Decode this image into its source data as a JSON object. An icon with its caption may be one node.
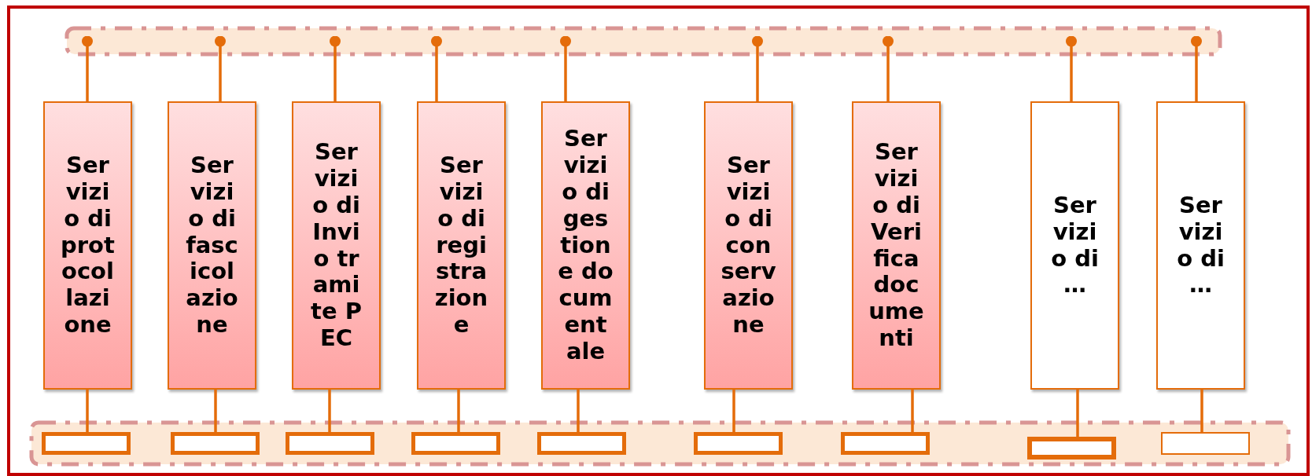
{
  "diagram": {
    "nodes": [
      {
        "text": [],
        "shape": "bar"
      },
      {
        "text": [
          "Servizio di protocollazione"
        ]
      },
      {
        "text": [
          "Servizio di fascicolazione"
        ]
      },
      {
        "text": [
          "Servizio di Invio tramite PEC"
        ]
      },
      {
        "text": [
          "Servizio di registrazione"
        ]
      },
      {
        "text": [
          "Servizio di gestione documentale"
        ]
      },
      {
        "text": [
          "Servizio di conservazione"
        ]
      },
      {
        "text": [
          "Servizio di Verifica documenti"
        ]
      },
      {
        "text": [
          "Servizio di …"
        ]
      },
      {
        "text": [
          "Servizio di …"
        ]
      },
      {
        "text": [],
        "shape": "bar"
      },
      {
        "text": [],
        "shape": "box",
        "in": 10
      },
      {
        "text": [],
        "shape": "box",
        "in": 10
      },
      {
        "text": [],
        "shape": "box",
        "in": 10
      },
      {
        "text": [],
        "shape": "box",
        "in": 10
      },
      {
        "text": [],
        "shape": "box",
        "in": 10
      },
      {
        "text": [],
        "shape": "box",
        "in": 10
      },
      {
        "text": [],
        "shape": "box",
        "in": 10
      },
      {
        "text": [],
        "shape": "box",
        "in": 10
      },
      {
        "text": [],
        "shape": "box",
        "in": 10
      }
    ],
    "edges": [
      {
        "from": 0,
        "to": 1,
        "arrow": "other"
      },
      {
        "from": 0,
        "to": 2,
        "arrow": "other"
      },
      {
        "from": 0,
        "to": 3,
        "arrow": "other"
      },
      {
        "from": 0,
        "to": 4,
        "arrow": "other"
      },
      {
        "from": 0,
        "to": 5,
        "arrow": "other"
      },
      {
        "from": 0,
        "to": 6,
        "arrow": "other"
      },
      {
        "from": 0,
        "to": 7,
        "arrow": "other"
      },
      {
        "from": 0,
        "to": 8,
        "arrow": "other"
      },
      {
        "from": 0,
        "to": 9,
        "arrow": "other"
      },
      {
        "from": 1,
        "to": 11,
        "arrow": "none"
      },
      {
        "from": 2,
        "to": 12,
        "arrow": "none"
      },
      {
        "from": 3,
        "to": 13,
        "arrow": "none"
      },
      {
        "from": 4,
        "to": 14,
        "arrow": "none"
      },
      {
        "from": 5,
        "to": 15,
        "arrow": "none"
      },
      {
        "from": 6,
        "to": 16,
        "arrow": "none"
      },
      {
        "from": 7,
        "to": 17,
        "arrow": "none"
      },
      {
        "from": 8,
        "to": 18,
        "arrow": "none"
      },
      {
        "from": 9,
        "to": 19,
        "arrow": "none"
      }
    ]
  }
}
